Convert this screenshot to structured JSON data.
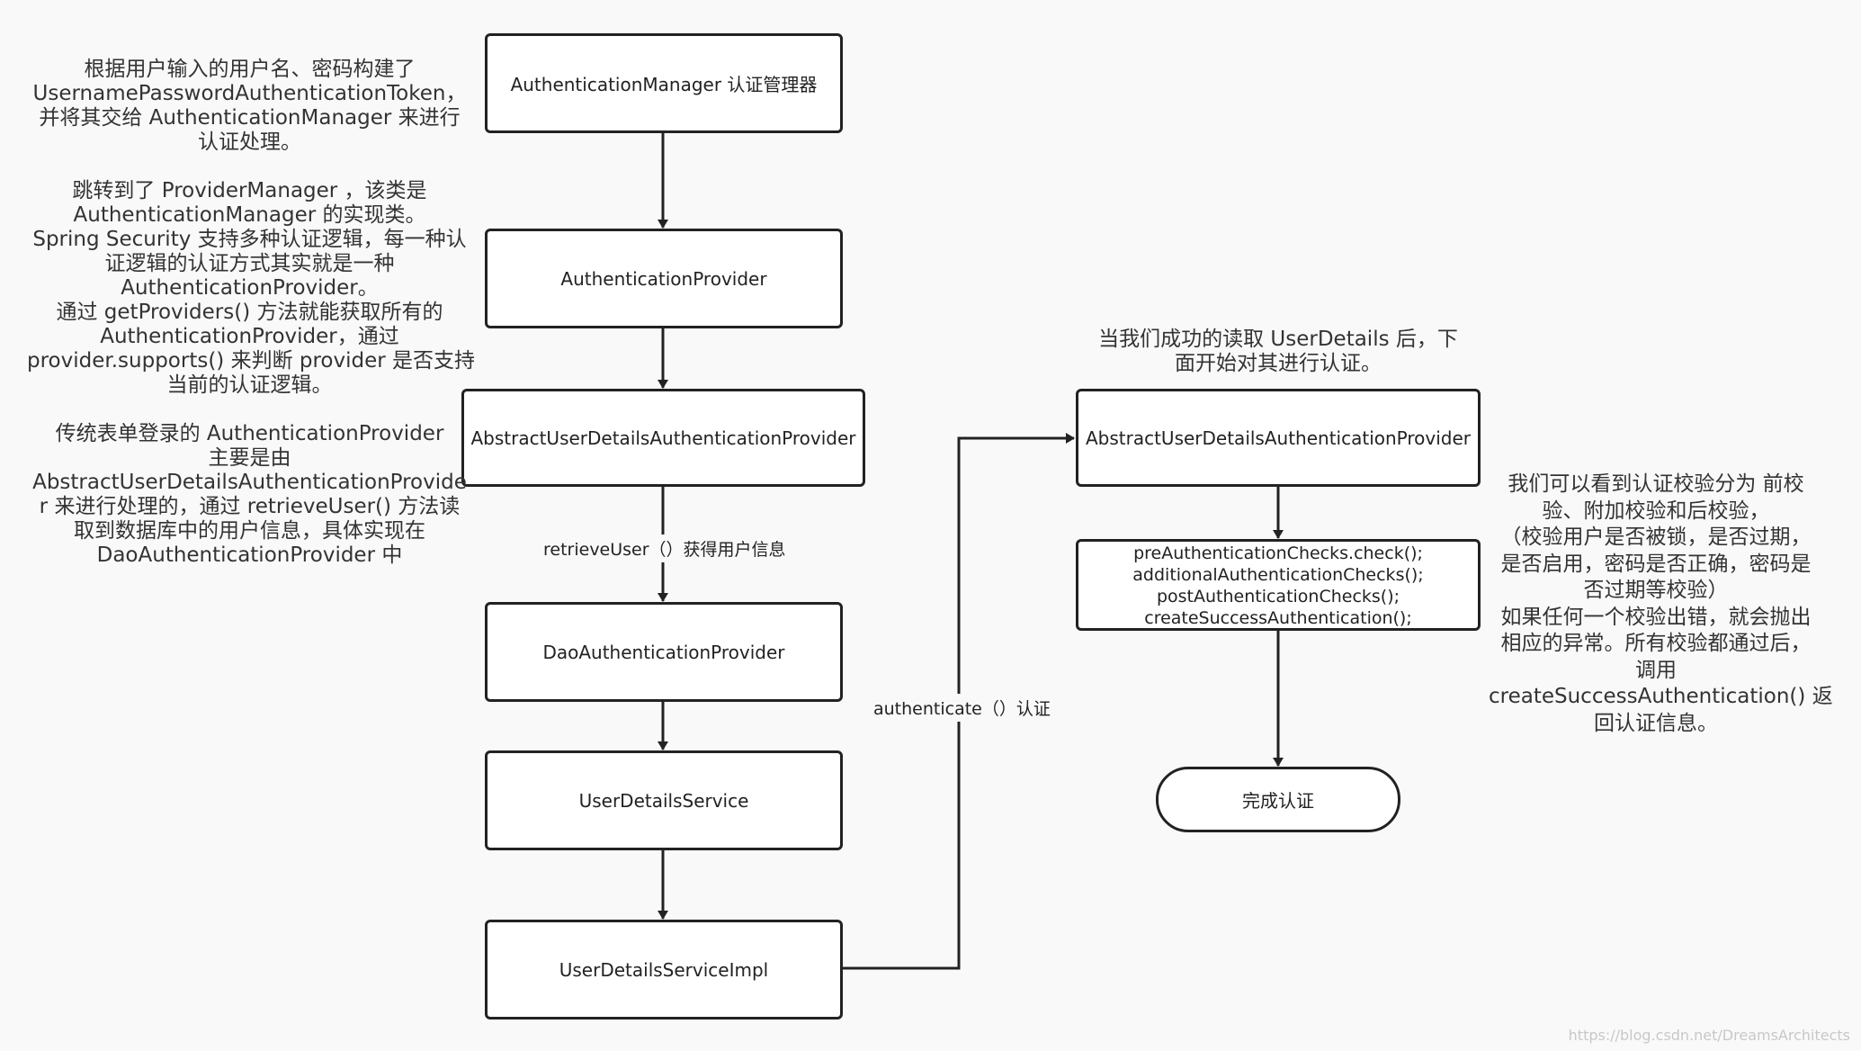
{
  "nodes": {
    "auth_manager": "AuthenticationManager 认证管理器",
    "auth_provider": "AuthenticationProvider",
    "abstract_provider_left": "AbstractUserDetailsAuthenticationProvider",
    "dao_provider": "DaoAuthenticationProvider",
    "user_details_service": "UserDetailsService",
    "user_details_service_impl": "UserDetailsServiceImpl",
    "abstract_provider_right": "AbstractUserDetailsAuthenticationProvider",
    "checks": [
      "preAuthenticationChecks.check();",
      "additionalAuthenticationChecks();",
      "postAuthenticationChecks();",
      "createSuccessAuthentication();"
    ],
    "done": "完成认证"
  },
  "edge_labels": {
    "retrieve_user": "retrieveUser（）获得用户信息",
    "authenticate": "authenticate（）认证"
  },
  "notes": {
    "left": [
      "根据用户输入的用户名、密码构建了",
      "UsernamePasswordAuthenticationToken，",
      "并将其交给 AuthenticationManager 来进行",
      "认证处理。",
      "",
      "跳转到了 ProviderManager ，该类是",
      "AuthenticationManager 的实现类。",
      "Spring Security 支持多种认证逻辑，每一种认",
      "证逻辑的认证方式其实就是一种",
      "AuthenticationProvider。",
      "通过 getProviders() 方法就能获取所有的",
      "AuthenticationProvider，通过",
      "provider.supports() 来判断 provider 是否支持",
      "当前的认证逻辑。",
      "",
      "传统表单登录的 AuthenticationProvider",
      "主要是由",
      "AbstractUserDetailsAuthenticationProvide",
      "r 来进行处理的，通过 retrieveUser() 方法读",
      "取到数据库中的用户信息，具体实现在",
      "DaoAuthenticationProvider 中"
    ],
    "top_right": [
      "当我们成功的读取 UserDetails 后，下",
      "面开始对其进行认证。"
    ],
    "right": [
      "我们可以看到认证校验分为 前校",
      "验、附加校验和后校验，",
      "（校验用户是否被锁，是否过期，",
      "是否启用，密码是否正确，密码是",
      "否过期等校验）",
      "如果任何一个校验出错，就会抛出",
      "相应的异常。所有校验都通过后，",
      "调用",
      "createSuccessAuthentication() 返",
      "回认证信息。"
    ]
  },
  "watermark": "https://blog.csdn.net/DreamsArchitects"
}
